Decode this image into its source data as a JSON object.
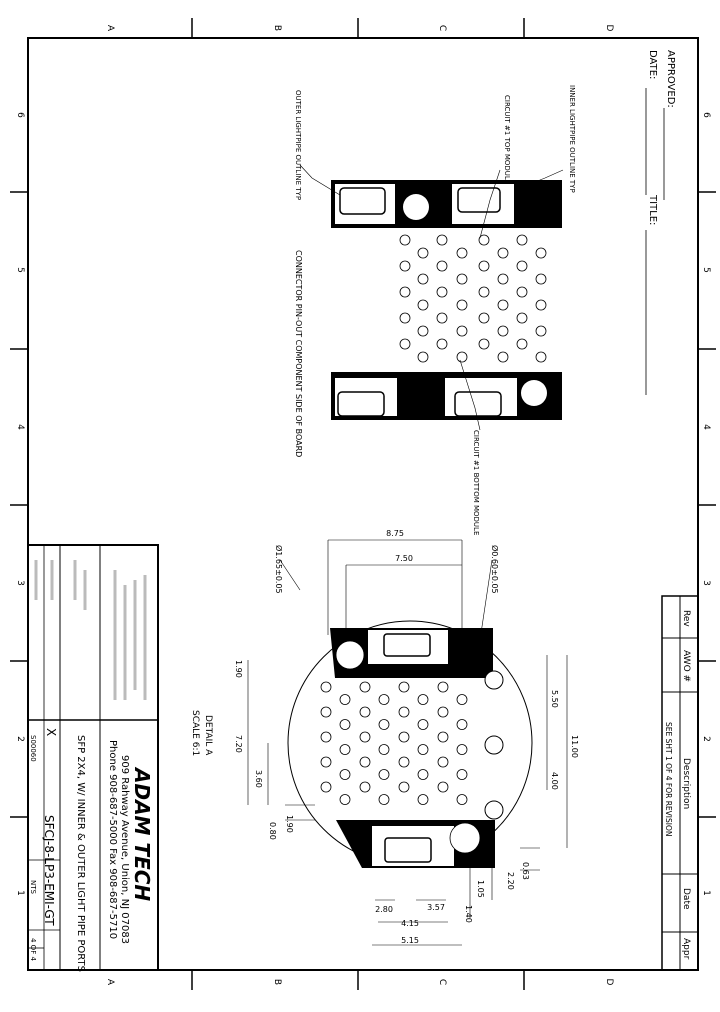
{
  "zone_letters": [
    "A",
    "B",
    "C",
    "D"
  ],
  "zone_numbers": [
    "6",
    "5",
    "4",
    "3",
    "2",
    "1"
  ],
  "approval": {
    "approved_label": "APPROVED:",
    "date_label": "DATE:",
    "title_label": "TITLE:"
  },
  "revision_block": {
    "rev_header": "Rev",
    "awo_header": "AWO #",
    "description_header": "Description",
    "date_header": "Date",
    "appr_header": "Appr",
    "description_value": "SEE SHT 1 OF 4 FOR REVISION"
  },
  "pinout": {
    "title": "CONNECTOR PIN-OUT COMPONENT SIDE OF BOARD",
    "inner_lightpipe": "INNER LIGHTPIPE OUTLINE TYP",
    "outer_lightpipe": "OUTER LIGHTPIPE OUTLINE TYP",
    "top_module": "CIRCUIT #1 TOP MODULE",
    "bottom_module": "CIRCUIT #1 BOTTOM MODULE"
  },
  "detail": {
    "title": "DETAIL A",
    "scale": "SCALE 6:1",
    "dims": [
      "8.75",
      "7.50",
      "1.90",
      "7.20",
      "3.60",
      "1.90",
      "0.80",
      "5.50",
      "11.00",
      "4.00",
      "0.63",
      "2.20",
      "1.05",
      "1.40",
      "3.57",
      "2.80",
      "4.15",
      "5.15"
    ],
    "hole_large": "Ø1.65±0.05",
    "hole_small": "Ø0.60±0.05"
  },
  "title_block": {
    "company": "ADAM TECH",
    "address": "909 Rahway Avenue, Union, NJ 07083",
    "phone": "Phone 908-687-5000 Fax 908-687-5710",
    "description": "SFP 2X4, W/ INNER & OUTER LIGHT PIPE PORTS",
    "part_number": "SFCJ-8-LP3-EMI-GT",
    "mark": "X",
    "code": "S00060",
    "scale": "NTS",
    "sheet": "4 OF 4"
  }
}
